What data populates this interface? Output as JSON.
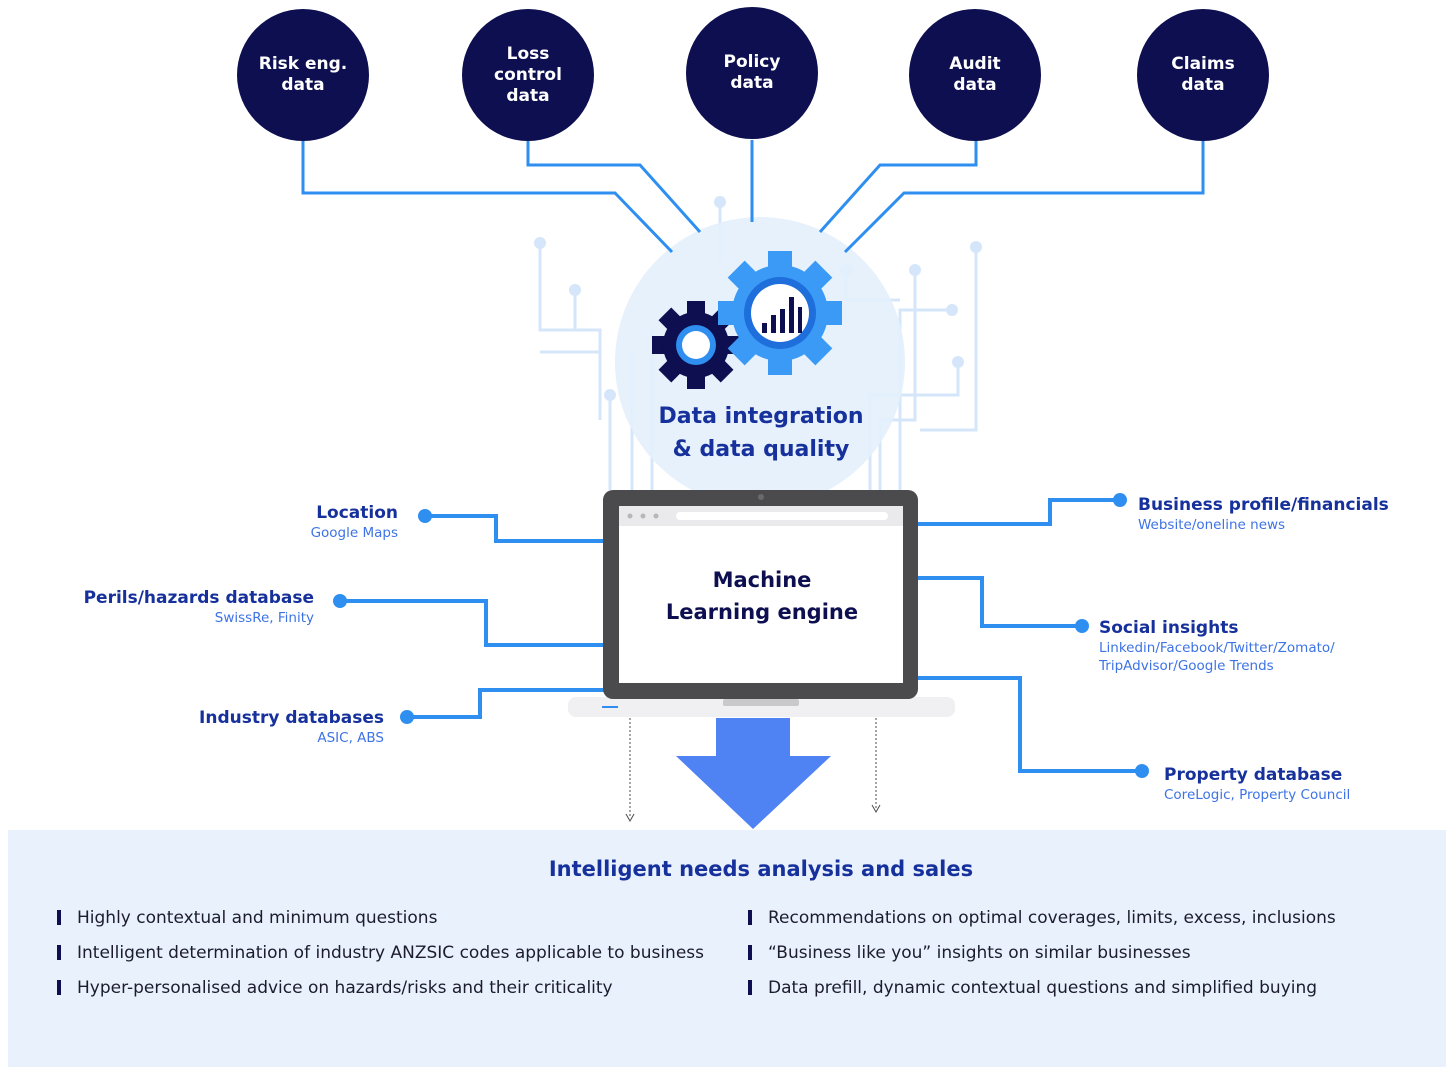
{
  "sources": [
    {
      "label": "Risk eng.\ndata"
    },
    {
      "label": "Loss\ncontrol\ndata"
    },
    {
      "label": "Policy\ndata"
    },
    {
      "label": "Audit\ndata"
    },
    {
      "label": "Claims\ndata"
    }
  ],
  "integration_label": "Data integration\n& data quality",
  "engine_label": "Machine\nLearning engine",
  "inputs_left": [
    {
      "title": "Location",
      "subtitle": "Google Maps"
    },
    {
      "title": "Perils/hazards database",
      "subtitle": "SwissRe, Finity"
    },
    {
      "title": "Industry databases",
      "subtitle": "ASIC, ABS"
    }
  ],
  "inputs_right": [
    {
      "title": "Business profile/financials",
      "subtitle": "Website/oneline news"
    },
    {
      "title": "Social insights",
      "subtitle_lines": [
        "Linkedin/Facebook/Twitter/Zomato/",
        "TripAdvisor/Google Trends"
      ]
    },
    {
      "title": "Property database",
      "subtitle": "CoreLogic, Property Council"
    }
  ],
  "output": {
    "title": "Intelligent needs analysis and sales",
    "bullets_left": [
      "Highly contextual and minimum questions",
      "Intelligent determination of industry ANZSIC codes applicable to business",
      "Hyper-personalised advice on hazards/risks and their criticality"
    ],
    "bullets_right": [
      "Recommendations on optimal coverages, limits, excess, inclusions",
      "“Business like you” insights on similar businesses",
      "Data prefill, dynamic contextual questions and simplified buying"
    ]
  },
  "colors": {
    "navy": "#0d0f50",
    "blue_line": "#2f8ff0",
    "label_blue": "#16309c",
    "sub_blue": "#3d73e6",
    "panel_bg": "#e8f1fc",
    "arrow_blue": "#4f82f2"
  }
}
